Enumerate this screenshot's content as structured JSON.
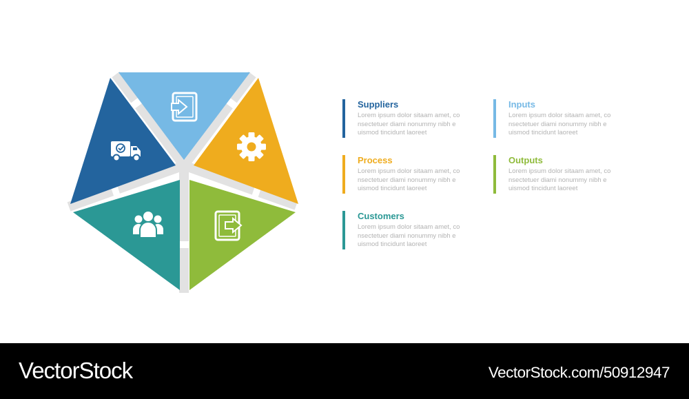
{
  "diagram": {
    "type": "SIPOC pentagon",
    "colors": {
      "suppliers": "#23649e",
      "inputs": "#76b9e5",
      "process": "#efac1e",
      "outputs": "#8fbb3b",
      "customers": "#2b9895",
      "spoke": "#e2e2e2",
      "description_text": "#b3b3b3"
    },
    "segments": [
      {
        "id": "suppliers",
        "icon": "delivery-truck-check-icon",
        "color": "#23649e"
      },
      {
        "id": "inputs",
        "icon": "sign-in-arrow-icon",
        "color": "#76b9e5"
      },
      {
        "id": "process",
        "icon": "gear-icon",
        "color": "#efac1e"
      },
      {
        "id": "outputs",
        "icon": "sign-out-arrow-icon",
        "color": "#8fbb3b"
      },
      {
        "id": "customers",
        "icon": "people-group-icon",
        "color": "#2b9895"
      }
    ]
  },
  "legend": {
    "suppliers": {
      "title": "Suppliers",
      "color": "#23649e",
      "lines": [
        "Lorem ipsum dolor sitaam amet, co",
        "nsectetuer diami nonummy  nibh e",
        "uismod tincidunt laoreet"
      ]
    },
    "inputs": {
      "title": "Inputs",
      "color": "#76b9e5",
      "lines": [
        "Lorem ipsum dolor sitaam amet, co",
        "nsectetuer diami nonummy  nibh e",
        "uismod tincidunt laoreet"
      ]
    },
    "process": {
      "title": "Process",
      "color": "#efac1e",
      "lines": [
        "Lorem ipsum dolor sitaam amet, co",
        "nsectetuer diami nonummy  nibh e",
        "uismod tincidunt laoreet"
      ]
    },
    "outputs": {
      "title": "Outputs",
      "color": "#8fbb3b",
      "lines": [
        "Lorem ipsum dolor sitaam amet, co",
        "nsectetuer diami nonummy  nibh e",
        "uismod tincidunt laoreet"
      ]
    },
    "customers": {
      "title": "Customers",
      "color": "#2b9895",
      "lines": [
        "Lorem ipsum dolor sitaam amet, co",
        "nsectetuer diami nonummy  nibh e",
        "uismod tincidunt laoreet"
      ]
    }
  },
  "footer": {
    "brand": "VectorStock",
    "url": "VectorStock.com/50912947"
  }
}
